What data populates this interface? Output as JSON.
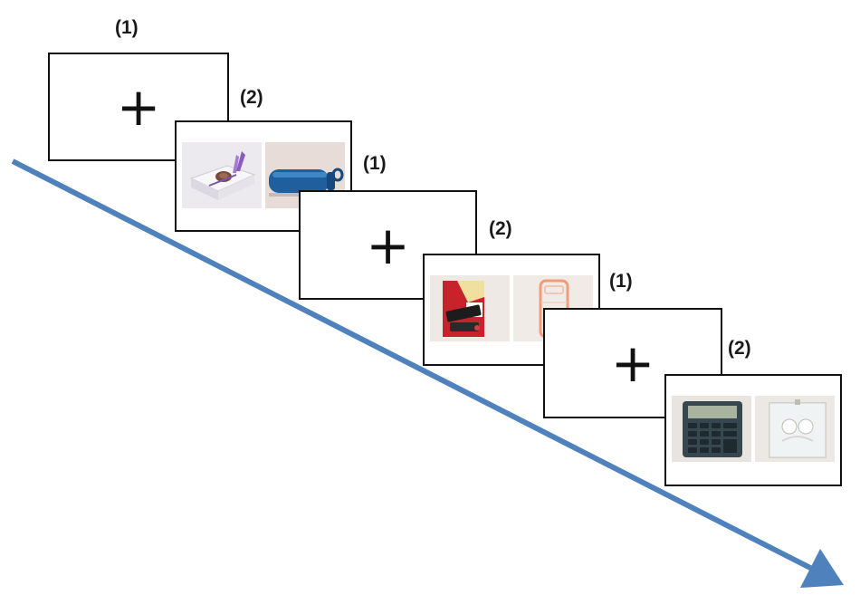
{
  "labels": {
    "fixation": "(1)",
    "stimulus": "(2)"
  },
  "fixation_symbol": "+",
  "trials": [
    {
      "left_image": "chocolate-box",
      "right_image": "blue-water-bottle"
    },
    {
      "left_image": "usb-flash-drive-package",
      "right_image": "phone-case"
    },
    {
      "left_image": "calculator",
      "right_image": "earphones-in-box"
    }
  ],
  "colors": {
    "arrow": "#4f81bd",
    "frame_border": "#111111",
    "photo_background": "#ece6e3"
  }
}
